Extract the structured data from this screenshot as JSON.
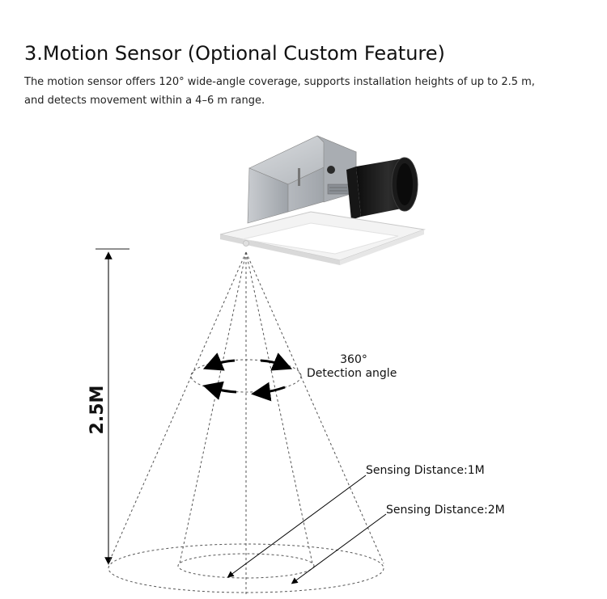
{
  "section": {
    "title": "3.Motion Sensor (Optional Custom Feature)",
    "description_lines": [
      "The motion sensor offers 120° wide-angle coverage, supports installation heights of up to 2.5 m,",
      "and detects movement within a 4–6 m range."
    ]
  },
  "diagram": {
    "height_label": "2.5M",
    "angle_value": "360°",
    "angle_label": "Detection angle",
    "sensing_1": "Sensing Distance:1M",
    "sensing_2": "Sensing Distance:2M"
  },
  "colors": {
    "text": "#111111",
    "lines": "#555555",
    "arrows": "#000000",
    "housing": "#b8bcc2",
    "duct": "#1f1f1f",
    "grille": "#f4f4f4"
  }
}
